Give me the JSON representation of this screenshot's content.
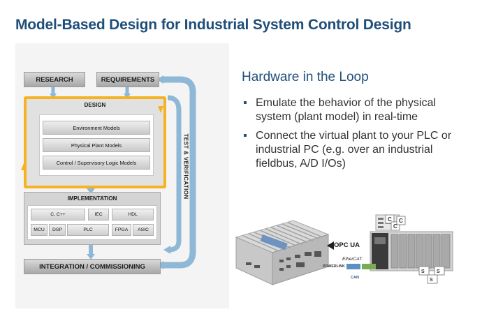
{
  "slide": {
    "title": "Model-Based Design for Industrial System Control Design"
  },
  "diagram": {
    "research": "RESEARCH",
    "requirements": "REQUIREMENTS",
    "design": "DESIGN",
    "models": [
      "Environment Models",
      "Physical Plant Models",
      "Control / Supervisory Logic Models"
    ],
    "implementation": "IMPLEMENTATION",
    "impl_top": [
      "C, C++",
      "IEC",
      "HDL"
    ],
    "impl_bottom": [
      "MCU",
      "DSP",
      "PLC",
      "FPGA",
      "ASIC"
    ],
    "integration": "INTEGRATION / COMMISSIONING",
    "test_verification": "TEST & VERIFICATION",
    "colors": {
      "design_border": "#f5b323",
      "loop_arrow": "#7ea9cc",
      "title": "#1f4e79"
    }
  },
  "hil": {
    "title": "Hardware in the Loop",
    "bullets": [
      "Emulate the behavior of the physical system (plant model) in real-time",
      "Connect the virtual plant to your PLC or industrial PC (e.g. over an industrial fieldbus, A/D I/Os)"
    ]
  },
  "logos": {
    "opcua": "OPC UA",
    "ethercat": "EtherCAT.",
    "powerlink": "POWERLINK",
    "can": "CAN"
  },
  "tags": {
    "c1": "C",
    "c2": "C",
    "c3": "C",
    "s1": "S",
    "s2": "S",
    "s3": "S"
  }
}
